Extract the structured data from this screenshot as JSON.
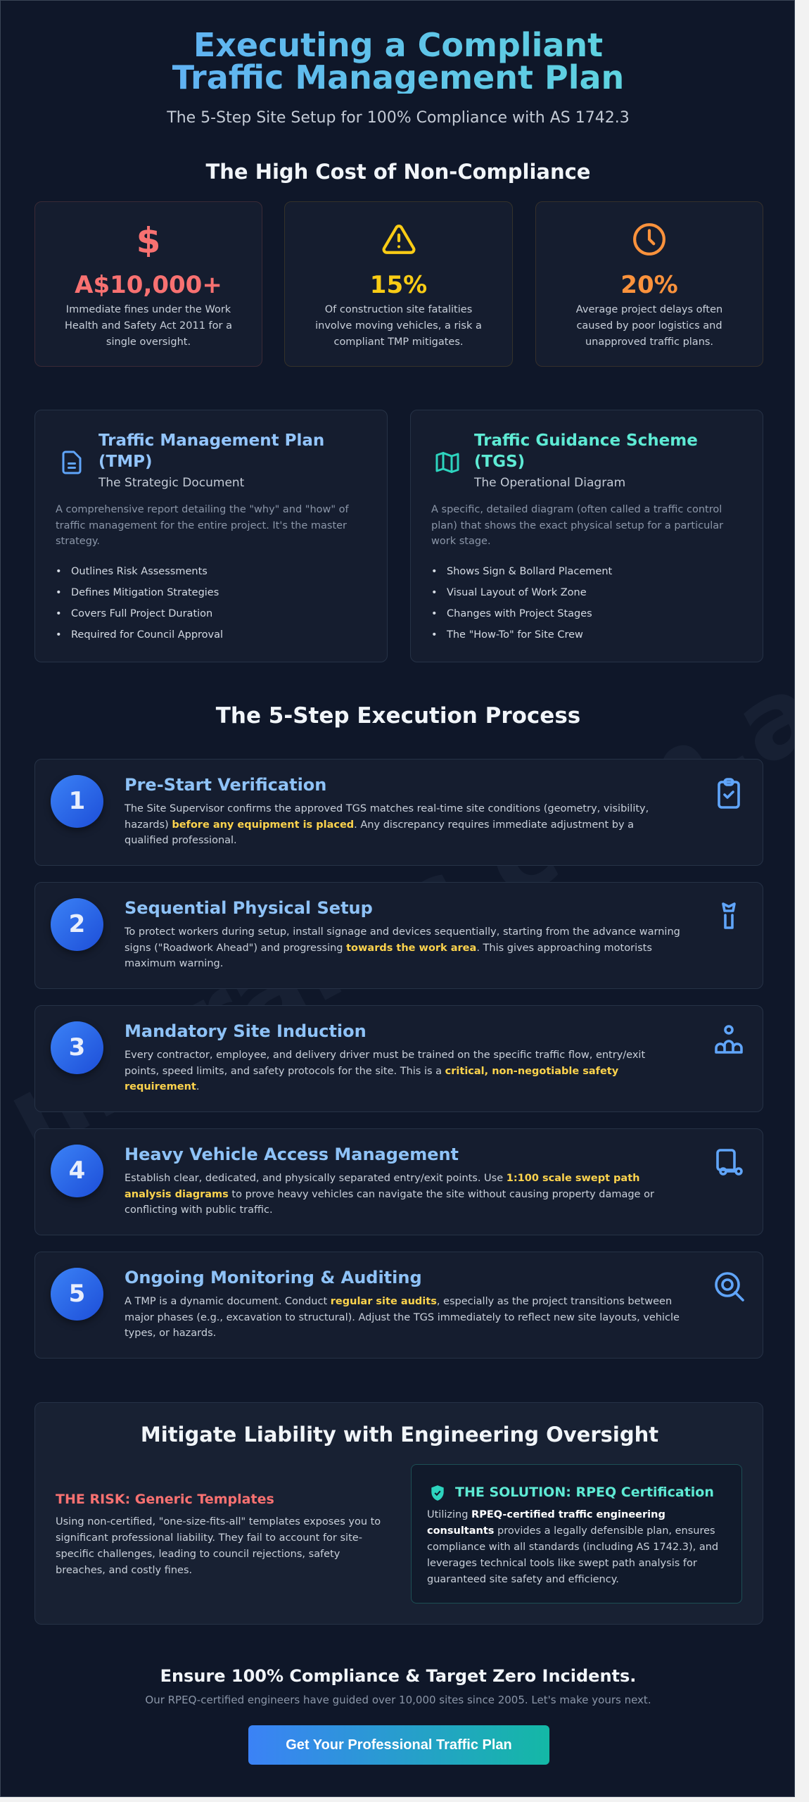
{
  "header": {
    "title": "Executing a Compliant Traffic Management Plan",
    "subtitle": "The 5-Step Site Setup for 100% Compliance with AS 1742.3"
  },
  "watermark": "mitraffic.com.au",
  "cost_section": {
    "heading": "The High Cost of Non-Compliance",
    "stats": [
      {
        "icon": "dollar-icon",
        "color": "#f87171",
        "value": "A$10,000+",
        "desc": "Immediate fines under the Work Health and Safety Act 2011 for a single oversight."
      },
      {
        "icon": "warning-triangle-icon",
        "color": "#facc15",
        "value": "15%",
        "desc": "Of construction site fatalities involve moving vehicles, a risk a compliant TMP mitigates."
      },
      {
        "icon": "clock-icon",
        "color": "#fb923c",
        "value": "20%",
        "desc": "Average project delays often caused by poor logistics and unapproved traffic plans."
      }
    ]
  },
  "documents": [
    {
      "icon": "document-icon",
      "color": "#93c5fd",
      "title": "Traffic Management Plan (TMP)",
      "subtitle": "The Strategic Document",
      "desc": "A comprehensive report detailing the \"why\" and \"how\" of traffic management for the entire project. It's the master strategy.",
      "bullets": [
        "Outlines Risk Assessments",
        "Defines Mitigation Strategies",
        "Covers Full Project Duration",
        "Required for Council Approval"
      ]
    },
    {
      "icon": "map-icon",
      "color": "#5eead4",
      "title": "Traffic Guidance Scheme (TGS)",
      "subtitle": "The Operational Diagram",
      "desc": "A specific, detailed diagram (often called a traffic control plan) that shows the exact physical setup for a particular work stage.",
      "bullets": [
        "Shows Sign & Bollard Placement",
        "Visual Layout of Work Zone",
        "Changes with Project Stages",
        "The \"How-To\" for Site Crew"
      ]
    }
  ],
  "process": {
    "heading": "The 5-Step Execution Process",
    "steps": [
      {
        "number": "1",
        "title": "Pre-Start Verification",
        "icon": "clipboard-check-icon",
        "desc": [
          {
            "t": "The Site Supervisor confirms the approved TGS matches real-time site conditions (geometry, visibility, hazards) "
          },
          {
            "t": "before any equipment is placed",
            "hl": true
          },
          {
            "t": ". Any discrepancy requires immediate adjustment by a qualified professional."
          }
        ]
      },
      {
        "number": "2",
        "title": "Sequential Physical Setup",
        "icon": "traffic-cone-icon",
        "desc": [
          {
            "t": "To protect workers during setup, install signage and devices sequentially, starting from the advance warning signs (\"Roadwork Ahead\") and progressing "
          },
          {
            "t": "towards the work area",
            "hl": true
          },
          {
            "t": ". This gives approaching motorists maximum warning."
          }
        ]
      },
      {
        "number": "3",
        "title": "Mandatory Site Induction",
        "icon": "people-icon",
        "desc": [
          {
            "t": "Every contractor, employee, and delivery driver must be trained on the specific traffic flow, entry/exit points, speed limits, and safety protocols for the site. This is a "
          },
          {
            "t": "critical, non-negotiable safety requirement",
            "hl": true
          },
          {
            "t": "."
          }
        ]
      },
      {
        "number": "4",
        "title": "Heavy Vehicle Access Management",
        "icon": "truck-icon",
        "desc": [
          {
            "t": "Establish clear, dedicated, and physically separated entry/exit points. Use "
          },
          {
            "t": "1:100 scale swept path analysis diagrams",
            "hl": true
          },
          {
            "t": " to prove heavy vehicles can navigate the site without causing property damage or conflicting with public traffic."
          }
        ]
      },
      {
        "number": "5",
        "title": "Ongoing Monitoring & Auditing",
        "icon": "search-icon",
        "desc": [
          {
            "t": "A TMP is a dynamic document. Conduct "
          },
          {
            "t": "regular site audits",
            "hl": true
          },
          {
            "t": ", especially as the project transitions between major phases (e.g., excavation to structural). Adjust the TGS immediately to reflect new site layouts, vehicle types, or hazards."
          }
        ]
      }
    ]
  },
  "liability": {
    "heading": "Mitigate Liability with Engineering Oversight",
    "risk_title": "THE RISK: Generic Templates",
    "risk_desc": "Using non-certified, \"one-size-fits-all\" templates exposes you to significant professional liability. They fail to account for site-specific challenges, leading to council rejections, safety breaches, and costly fines.",
    "solution_title": "THE SOLUTION: RPEQ Certification",
    "solution_pre": "Utilizing ",
    "solution_bold": "RPEQ-certified traffic engineering consultants",
    "solution_post": " provides a legally defensible plan, ensures compliance with all standards (including AS 1742.3), and leverages technical tools like swept path analysis for guaranteed site safety and efficiency."
  },
  "cta": {
    "heading": "Ensure 100% Compliance & Target Zero Incidents.",
    "subtext": "Our RPEQ-certified engineers have guided over 10,000 sites since 2005. Let's make yours next.",
    "button_label": "Get Your Professional Traffic Plan"
  }
}
